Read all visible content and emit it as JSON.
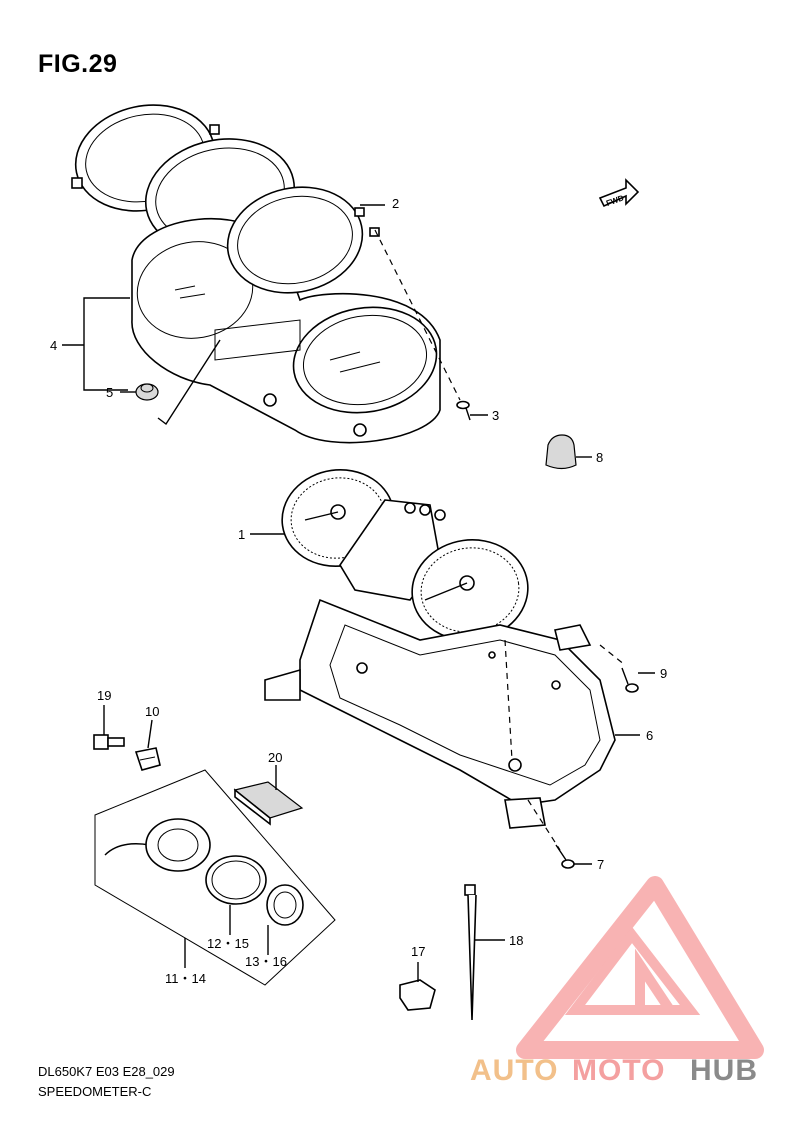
{
  "figure": {
    "title": "FIG.29"
  },
  "footer": {
    "code": "DL650K7 E03 E28_029",
    "name": "SPEEDOMETER-C"
  },
  "direction_badge": {
    "text": "FWD"
  },
  "callouts": {
    "c1": "1",
    "c2": "2",
    "c3": "3",
    "c4": "4",
    "c5": "5",
    "c6": "6",
    "c7": "7",
    "c8": "8",
    "c9": "9",
    "c10": "10",
    "c11_14": "11・14",
    "c12_15": "12・15",
    "c13_16": "13・16",
    "c17": "17",
    "c18": "18",
    "c19": "19",
    "c20": "20"
  },
  "watermark": {
    "part1": "AUTO",
    "part2": "MOTO",
    "part3": "HUB",
    "colors": {
      "auto": "#f2c08a",
      "moto": "#f4a0a0",
      "hub": "#8a8a8a",
      "logo": "#f7a6a6"
    }
  }
}
